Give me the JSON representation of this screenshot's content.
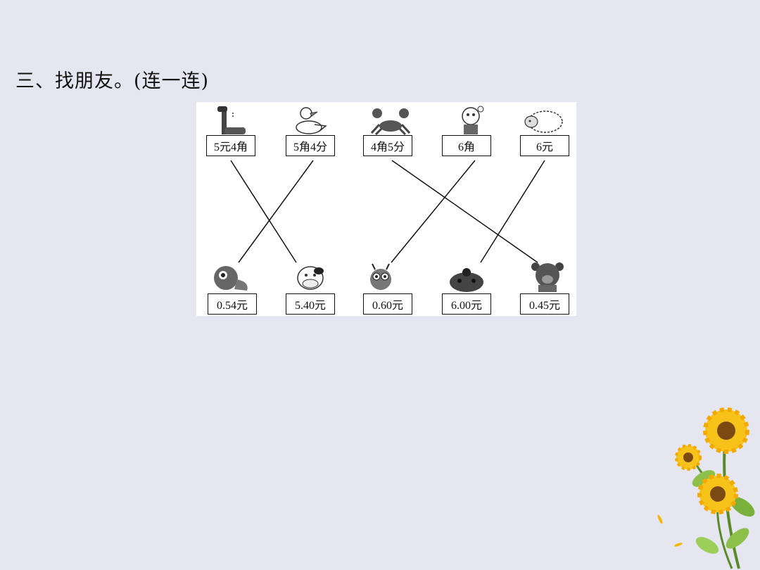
{
  "title": "三、找朋友。(连一连)",
  "top_labels": [
    "5元4角",
    "5角4分",
    "4角5分",
    "6角",
    "6元"
  ],
  "bottom_labels": [
    "0.54元",
    "5.40元",
    "0.60元",
    "6.00元",
    "0.45元"
  ],
  "top_animals": [
    "giraffe-icon",
    "duck-icon",
    "crab-icon",
    "lamb-icon",
    "sheep-icon"
  ],
  "bottom_animals": [
    "turtle-icon",
    "cow-icon",
    "ant-icon",
    "ladybug-icon",
    "bear-icon"
  ],
  "matches": [
    [
      0,
      1
    ],
    [
      1,
      0
    ],
    [
      2,
      4
    ],
    [
      3,
      2
    ],
    [
      4,
      3
    ]
  ],
  "colors": {
    "background": "#e6e6f0",
    "line": "#111111"
  }
}
